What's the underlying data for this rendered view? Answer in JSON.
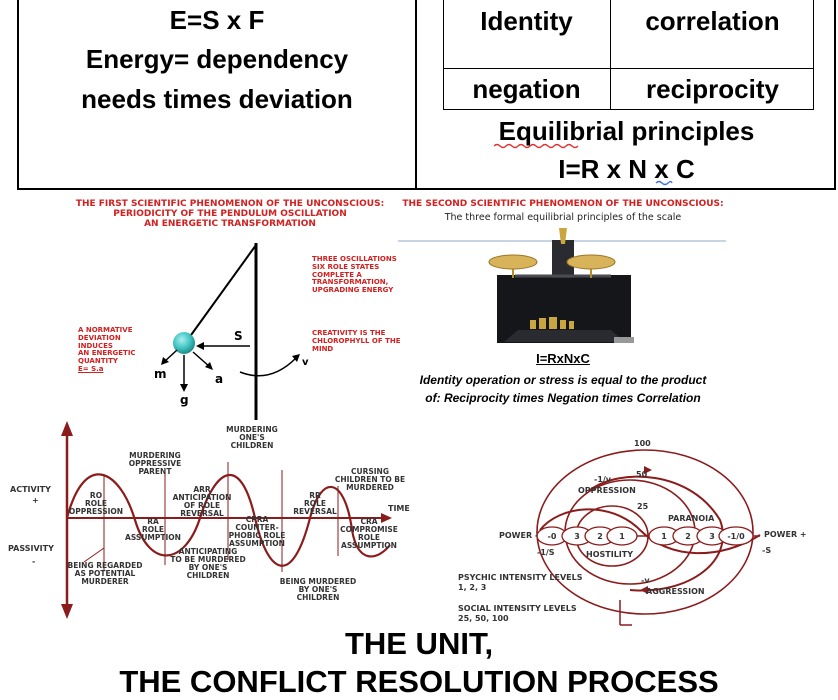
{
  "left_box": {
    "line1": "E=S x F",
    "line2": "Energy= dependency",
    "line3": "needs times deviation"
  },
  "right_box": {
    "table": [
      "Identity",
      "correlation",
      "negation",
      "reciprocity"
    ],
    "caption": "Equilibrial principles",
    "formula": "I=R x N x C"
  },
  "pendulum": {
    "title": [
      "THE FIRST SCIENTIFIC PHENOMENON OF THE UNCONSCIOUS:",
      "PERIODICITY OF THE PENDULUM OSCILLATION",
      "AN ENERGETIC TRANSFORMATION"
    ],
    "right_note": [
      "THREE OSCILLATIONS",
      "SIX ROLE STATES",
      "COMPLETE A",
      "TRANSFORMATION,",
      "UPGRADING ENERGY"
    ],
    "creativity_note": [
      "CREATIVITY IS THE",
      "CHLOROPHYLL OF THE",
      "MIND"
    ],
    "left_note": [
      "A NORMATIVE",
      "DEVIATION",
      "INDUCES",
      "AN ENERGETIC",
      "QUANTITY",
      "E= S.a"
    ],
    "letters": {
      "s": "S",
      "m": "m",
      "a": "a",
      "g": "g",
      "v": "v"
    }
  },
  "scale": {
    "title": "THE SECOND SCIENTIFIC PHENOMENON OF THE UNCONSCIOUS:",
    "subtitle": "The three formal equilibrial principles of the scale",
    "formula": "I=RxNxC",
    "caption1": "Identity operation or stress is equal to the product",
    "caption2": "of: Reciprocity times Negation times Correlation"
  },
  "wave": {
    "activity": "ACTIVITY",
    "plus": "+",
    "passivity": "PASSIVITY",
    "minus": "-",
    "time": "TIME",
    "labels": {
      "murdering_parent": [
        "MURDERING",
        "OPPRESSIVE",
        "PARENT"
      ],
      "murdering_children": [
        "MURDERING",
        "ONE'S",
        "CHILDREN"
      ],
      "cursing": [
        "CURSING",
        "CHILDREN TO BE",
        "MURDERED"
      ],
      "ro": [
        "RO",
        "ROLE",
        "OPPRESSION"
      ],
      "arr": [
        "ARR",
        "ANTICIPATION",
        "OF ROLE",
        "REVERSAL"
      ],
      "rr": [
        "RR",
        "ROLE",
        "REVERSAL"
      ],
      "ra": [
        "RA",
        "ROLE",
        "ASSUMPTION"
      ],
      "cpra": [
        "CPRA",
        "COUNTER-",
        "PHOBIC ROLE",
        "ASSUMPTION"
      ],
      "cra": [
        "CRA",
        "COMPROMISE",
        "ROLE",
        "ASSUMPTION"
      ],
      "anticipating": [
        "ANTICIPATING",
        "TO BE MURDERED",
        "BY ONE'S",
        "CHILDREN"
      ],
      "regarded": [
        "BEING REGARDED",
        "AS POTENTIAL",
        "MURDERER"
      ],
      "being_murdered": [
        "BEING MURDERED",
        "BY ONE'S",
        "CHILDREN"
      ]
    }
  },
  "spiral": {
    "n100": "100",
    "n50": "50",
    "n25": "25",
    "oppression": "OPPRESSION",
    "inv_v": "-1/v",
    "paranoia": "PARANOIA",
    "power_minus": "POWER -",
    "power_plus": "POWER +",
    "neg_s_left": "-1/S",
    "hostility": "HOSTILITY",
    "neg_v": "-v",
    "aggression": "AGGRESSION",
    "neg_s_right": "-S",
    "nodes": [
      "-0",
      "3",
      "2",
      "1",
      "1",
      "2",
      "3",
      "-1/0"
    ],
    "psychic": [
      "PSYCHIC INTENSITY LEVELS",
      "1, 2, 3"
    ],
    "social": [
      "SOCIAL INTENSITY LEVELS",
      "25, 50, 100"
    ]
  },
  "footer": {
    "line1": "THE UNIT,",
    "line2": "THE CONFLICT RESOLUTION PROCESS"
  }
}
